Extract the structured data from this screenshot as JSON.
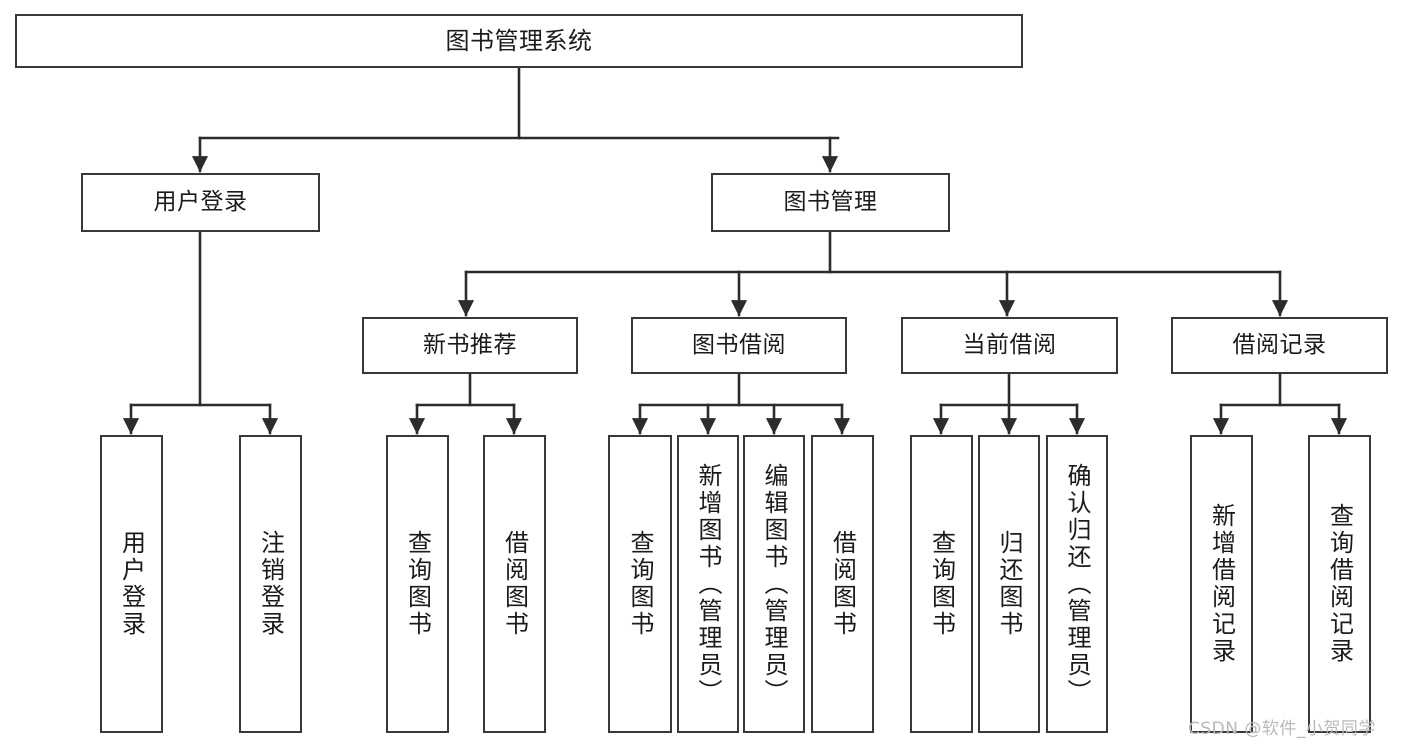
{
  "diagram": {
    "title": "图书管理系统",
    "type": "org-chart",
    "colors": {
      "box_border": "#37383a",
      "box_fill": "#ffffff",
      "edge": "#2b2c2d",
      "text": "#1b1b1c",
      "watermark": "#b9b9bb",
      "background": "#ffffff"
    },
    "root": {
      "label": "图书管理系统"
    },
    "level2": [
      {
        "label": "用户登录"
      },
      {
        "label": "图书管理"
      }
    ],
    "level3": [
      {
        "label": "新书推荐"
      },
      {
        "label": "图书借阅"
      },
      {
        "label": "当前借阅"
      },
      {
        "label": "借阅记录"
      }
    ],
    "leaves": {
      "user_login": [
        {
          "label": "用户登录"
        },
        {
          "label": "注销登录"
        }
      ],
      "new_book_recommend": [
        {
          "label": "查询图书"
        },
        {
          "label": "借阅图书"
        }
      ],
      "book_borrow": [
        {
          "label": "查询图书"
        },
        {
          "label": "新增图书（管理员）"
        },
        {
          "label": "编辑图书（管理员）"
        },
        {
          "label": "借阅图书"
        }
      ],
      "current_borrow": [
        {
          "label": "查询图书"
        },
        {
          "label": "归还图书"
        },
        {
          "label": "确认归还（管理员）"
        }
      ],
      "borrow_record": [
        {
          "label": "新增借阅记录"
        },
        {
          "label": "查询借阅记录"
        }
      ]
    }
  },
  "watermark": {
    "text": "CSDN @软件_小贺同学"
  }
}
